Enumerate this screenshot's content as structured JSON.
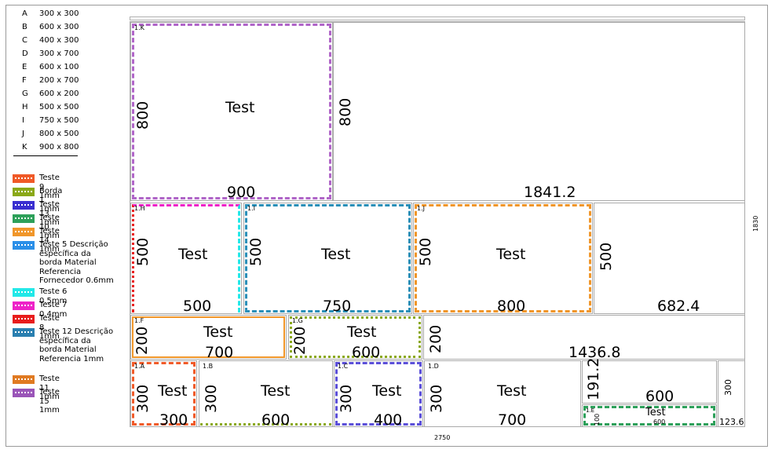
{
  "sizes": [
    {
      "letter": "A",
      "dim": "300 x 300"
    },
    {
      "letter": "B",
      "dim": "600 x 300"
    },
    {
      "letter": "C",
      "dim": "400 x 300"
    },
    {
      "letter": "D",
      "dim": "300 x 700"
    },
    {
      "letter": "E",
      "dim": "600 x 100"
    },
    {
      "letter": "F",
      "dim": "200 x 700"
    },
    {
      "letter": "G",
      "dim": "600 x 200"
    },
    {
      "letter": "H",
      "dim": "500 x 500"
    },
    {
      "letter": "I",
      "dim": "750 x 500"
    },
    {
      "letter": "J",
      "dim": "800 x 500"
    },
    {
      "letter": "K",
      "dim": "900 x 800"
    }
  ],
  "legend": [
    {
      "label": "Teste 9  1mm",
      "color": "#f05a28"
    },
    {
      "label": "Borda 1  1mm",
      "color": "#8aa818"
    },
    {
      "label": "Teste 13  1mm",
      "color": "#3a2fd0"
    },
    {
      "label": "Teste 10  1mm",
      "color": "#2da05a"
    },
    {
      "label": "Teste 14  1mm",
      "color": "#f0962a"
    },
    {
      "label": "Teste  5  Descrição específica da borda Material Referencia Fornecedor  0.6mm",
      "color": "#2b8fe8"
    },
    {
      "label": "Teste 6   0.5mm",
      "color": "#22e8e8"
    },
    {
      "label": "Teste 7  0.4mm",
      "color": "#ee22c8"
    },
    {
      "label": "Teste 8  1mm",
      "color": "#e81c1c"
    },
    {
      "label": "Teste  12  Descrição específica da borda Material Referencia 1mm",
      "color": "#2a7fb0"
    },
    {
      "label": "Teste 11  1mm",
      "color": "#e07a22"
    },
    {
      "label": "Teste 15  1mm",
      "color": "#9a55b8"
    }
  ],
  "sheet": {
    "width_label": "2750",
    "height_label": "1830"
  },
  "parts": [
    {
      "id": "1.K",
      "name": "Test",
      "w": "900",
      "h": "800",
      "color": "#b065c8"
    },
    {
      "id": "1.H",
      "name": "Test",
      "w": "500",
      "h": "500",
      "color": "#ee22c8"
    },
    {
      "id": "1.I",
      "name": "Test",
      "w": "750",
      "h": "500",
      "color": "#2a8fb8"
    },
    {
      "id": "1.J",
      "name": "Test",
      "w": "800",
      "h": "500",
      "color": "#f0962a"
    },
    {
      "id": "1.F",
      "name": "Test",
      "w": "700",
      "h": "200",
      "color": "#f0962a"
    },
    {
      "id": "1.G",
      "name": "Test",
      "w": "600",
      "h": "200",
      "color": "#8aa818"
    },
    {
      "id": "1.A",
      "name": "Test",
      "w": "300",
      "h": "300",
      "color": "#f05a28"
    },
    {
      "id": "1.B",
      "name": "Test",
      "w": "600",
      "h": "300",
      "color": "#8aa818"
    },
    {
      "id": "1.C",
      "name": "Test",
      "w": "400",
      "h": "300",
      "color": "#5b4fd8"
    },
    {
      "id": "1.D",
      "name": "Test",
      "w": "700",
      "h": "300",
      "color": "#aaaaaa"
    },
    {
      "id": "1.E",
      "name": "Test",
      "w": "600",
      "h": "100",
      "color": "#2da05a"
    }
  ],
  "remnants": [
    {
      "w": "1841.2",
      "h": "800"
    },
    {
      "w": "682.4",
      "h": "500"
    },
    {
      "w": "1436.8",
      "h": "200"
    },
    {
      "w": "600",
      "h": "191.2"
    },
    {
      "w": "123.6",
      "h": "300"
    }
  ]
}
